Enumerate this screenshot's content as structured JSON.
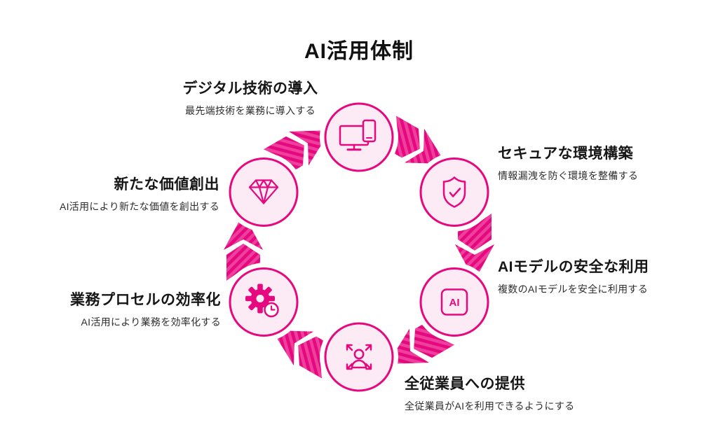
{
  "title": "AI活用体制",
  "colors": {
    "accent": "#e5087e",
    "accent_stripe": "#ee3f9c",
    "circle_fill": "#fcebf5",
    "heading_text": "#161616",
    "description_text": "#2d2d2d",
    "background": "#ffffff"
  },
  "cycle": {
    "direction": "clockwise",
    "nodes": [
      {
        "id": "digital",
        "icon": "devices-icon",
        "heading": "デジタル技術の導入",
        "description": "最先端技術を業務に導入する"
      },
      {
        "id": "secure",
        "icon": "shield-check-icon",
        "heading": "セキュアな環境構築",
        "description": "情報漏洩を防ぐ環境を整備する"
      },
      {
        "id": "ai-models",
        "icon": "ai-box-icon",
        "icon_label": "AI",
        "heading": "AIモデルの安全な利用",
        "description": "複数のAIモデルを安全に利用する"
      },
      {
        "id": "employees",
        "icon": "person-expand-icon",
        "heading": "全従業員への提供",
        "description": "全従業員がAIを利用できるようにする"
      },
      {
        "id": "efficiency",
        "icon": "gear-clock-icon",
        "heading": "業務プロセルの効率化",
        "description": "AI活用により業務を効率化する"
      },
      {
        "id": "value",
        "icon": "diamond-icon",
        "heading": "新たな価値創出",
        "description": "AI活用により新たな価値を創出する"
      }
    ]
  }
}
